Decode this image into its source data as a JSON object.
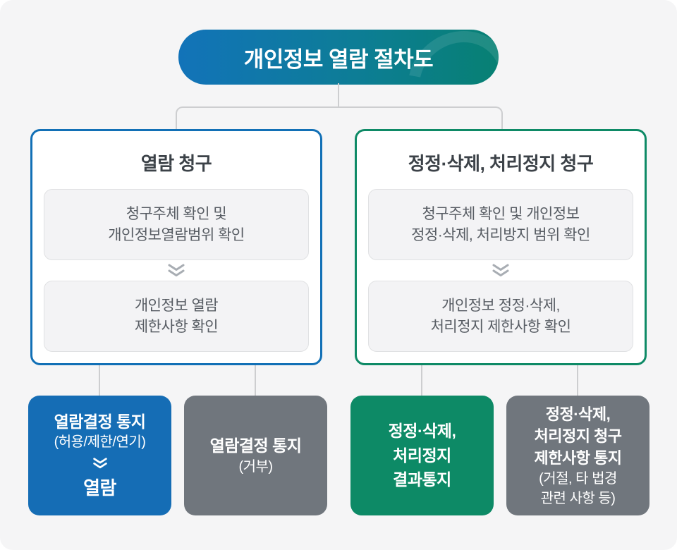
{
  "title": {
    "text": "개인정보 열람 절차도"
  },
  "colors": {
    "canvas_bg": "#f5f5f6",
    "title_gradient_left": "#1273b9",
    "title_gradient_right": "#078073",
    "left_branch_border": "#1270b6",
    "right_branch_border": "#0e8a66",
    "outcome_blue": "#156db5",
    "outcome_green": "#0d8a66",
    "outcome_gray": "#70767d",
    "connector_gray": "#cdced0",
    "step_box_bg": "#f3f3f5",
    "heading_text": "#3c4248",
    "step_text": "#575c63",
    "chevron_gray": "#a8adb3"
  },
  "left_branch": {
    "title": "열람 청구",
    "step1_line1": "청구주체 확인 및",
    "step1_line2": "개인정보열람범위 확인",
    "step2_line1": "개인정보 열람",
    "step2_line2": "제한사항 확인"
  },
  "right_branch": {
    "title": "정정·삭제, 처리정지 청구",
    "step1_line1": "청구주체 확인 및 개인정보",
    "step1_line2": "정정·삭제, 처리방지 범위 확인",
    "step2_line1": "개인정보 정정·삭제,",
    "step2_line2": "처리정지 제한사항 확인"
  },
  "outcomes": {
    "allow": {
      "bg": "#156db5",
      "title": "열람결정 통지",
      "subtitle": "(허용/제한/연기)",
      "result": "열람"
    },
    "deny": {
      "bg": "#70767d",
      "title": "열람결정 통지",
      "subtitle": "(거부)"
    },
    "correction": {
      "bg": "#0d8a66",
      "line1": "정정·삭제,",
      "line2": "처리정지",
      "line3": "결과통지"
    },
    "restriction": {
      "bg": "#70767d",
      "title_line1": "정정·삭제,",
      "title_line2": "처리정지 청구",
      "title_line3": "제한사항 통지",
      "subtitle_line1": "(거절, 타 법경",
      "subtitle_line2": "관련 사항 등)"
    }
  }
}
